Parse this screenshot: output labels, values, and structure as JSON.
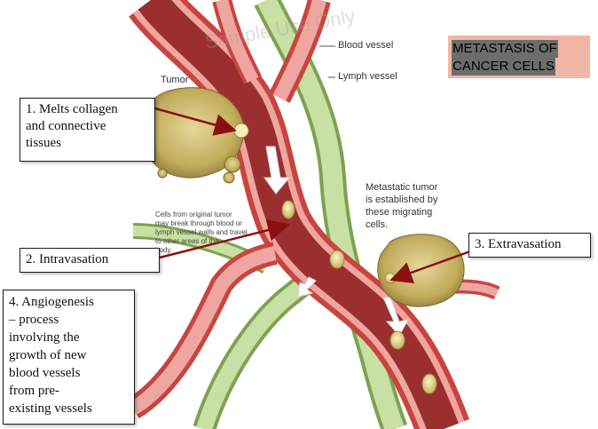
{
  "title": {
    "line1": "METASTASIS OF",
    "line2": "CANCER CELLS"
  },
  "labels": {
    "tumor": "Tumor",
    "blood_vessel": "Blood vessel",
    "lymph_vessel": "Lymph vessel",
    "metastatic_tumor": [
      "Metastatic tumor",
      "is established by",
      "these migrating",
      "cells."
    ],
    "cells_text": [
      "Cells from original tumor",
      "may break through blood or",
      "lymph vessel walls and travel",
      "to other areas of the",
      "body."
    ],
    "watermark": "Sample Use Only"
  },
  "steps": {
    "step1": [
      "1. Melts collagen",
      "and connective",
      "tissues"
    ],
    "step2": "2. Intravasation",
    "step3": "3. Extravasation",
    "step4": [
      "4. Angiogenesis",
      "– process",
      "involving the",
      "growth of new",
      "blood vessels",
      "from pre-",
      "existing vessels"
    ]
  },
  "colors": {
    "blood": "#d9534f",
    "blood_inner": "#8e2a2a",
    "lymph": "#a9c97c",
    "tumor": "#c8b46a",
    "title_bg": "#f2b6a4"
  }
}
